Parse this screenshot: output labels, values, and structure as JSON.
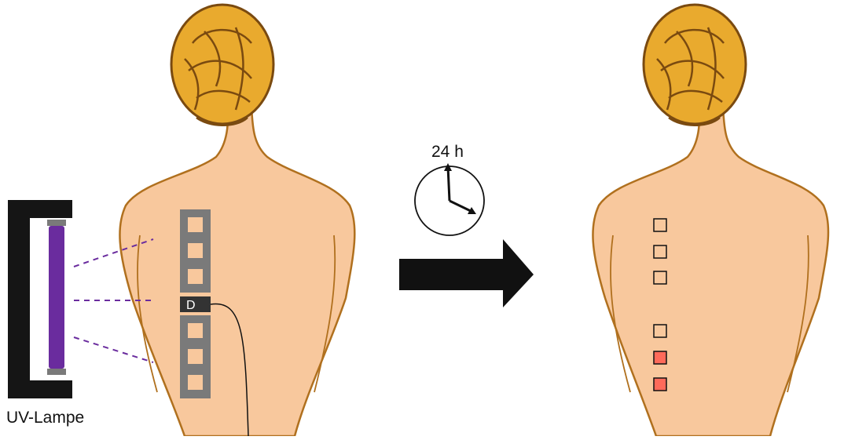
{
  "lamp": {
    "label": "UV-Lampe",
    "tube_color": "#6a2c9e",
    "housing_color": "#151515"
  },
  "timer": {
    "label": "24 h"
  },
  "patch": {
    "label": "D",
    "frame_color": "#7a7a7a",
    "dark_color": "#333333"
  },
  "skin_color": "#f8c89d",
  "hair_color": "#e9aa2e",
  "arrow_color": "#111111",
  "reaction_color": "#ff6a5a",
  "result_fields": [
    "neutral",
    "neutral",
    "neutral",
    "neutral",
    "reaction",
    "reaction"
  ]
}
